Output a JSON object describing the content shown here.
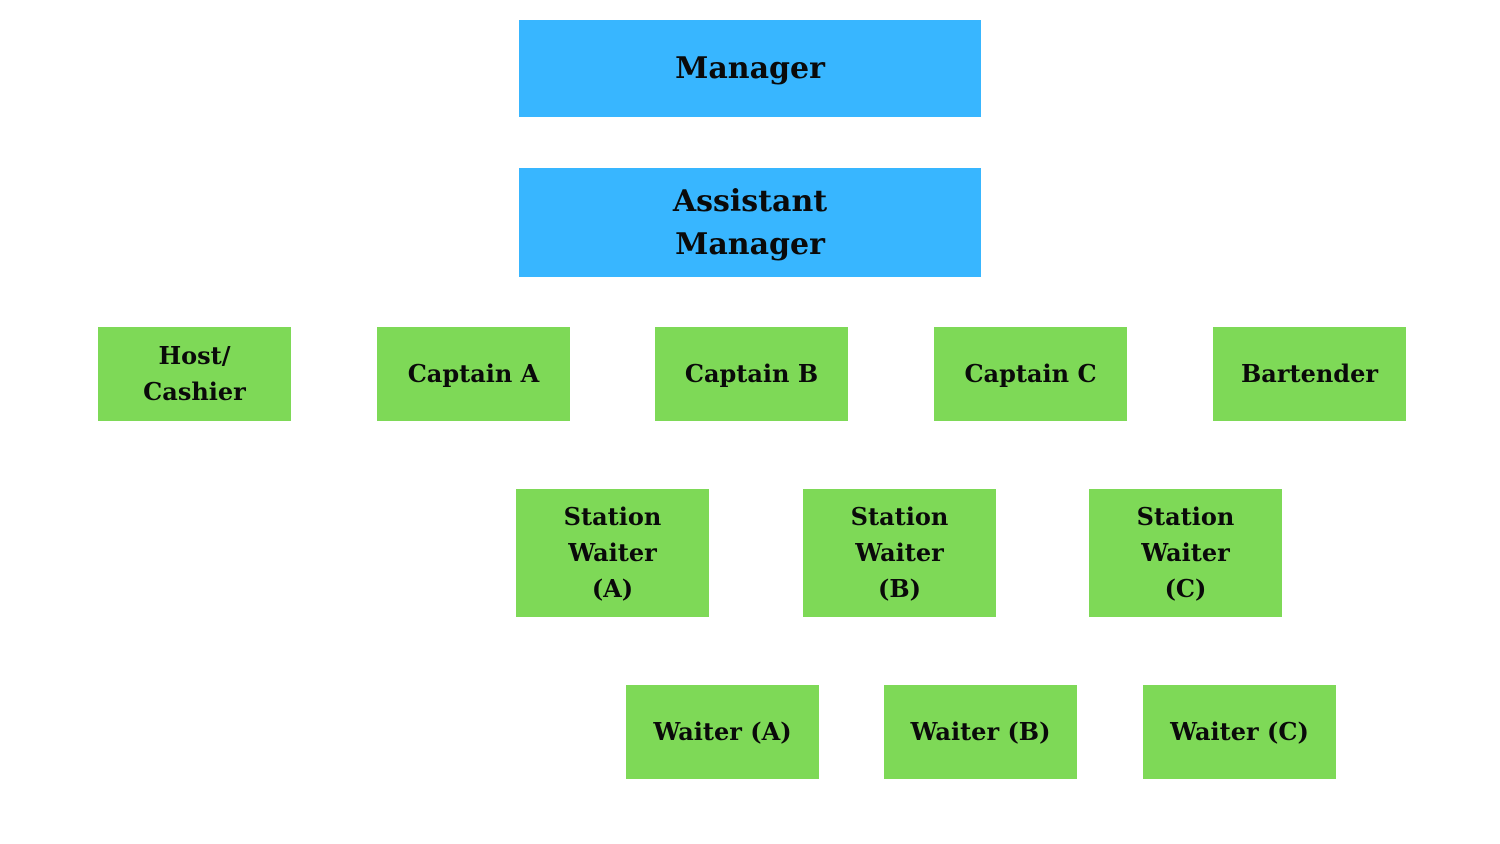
{
  "colors": {
    "management": "#38B6FF",
    "staff": "#7ED957",
    "text": "#0a0a0a",
    "background": "#ffffff"
  },
  "nodes": {
    "manager": "Manager",
    "assistant_manager": "Assistant\nManager",
    "host_cashier": "Host/\nCashier",
    "captain_a": "Captain A",
    "captain_b": "Captain B",
    "captain_c": "Captain C",
    "bartender": "Bartender",
    "station_waiter_a": "Station\nWaiter\n(A)",
    "station_waiter_b": "Station\nWaiter\n(B)",
    "station_waiter_c": "Station\nWaiter\n(C)",
    "waiter_a": "Waiter (A)",
    "waiter_b": "Waiter (B)",
    "waiter_c": "Waiter (C)"
  }
}
